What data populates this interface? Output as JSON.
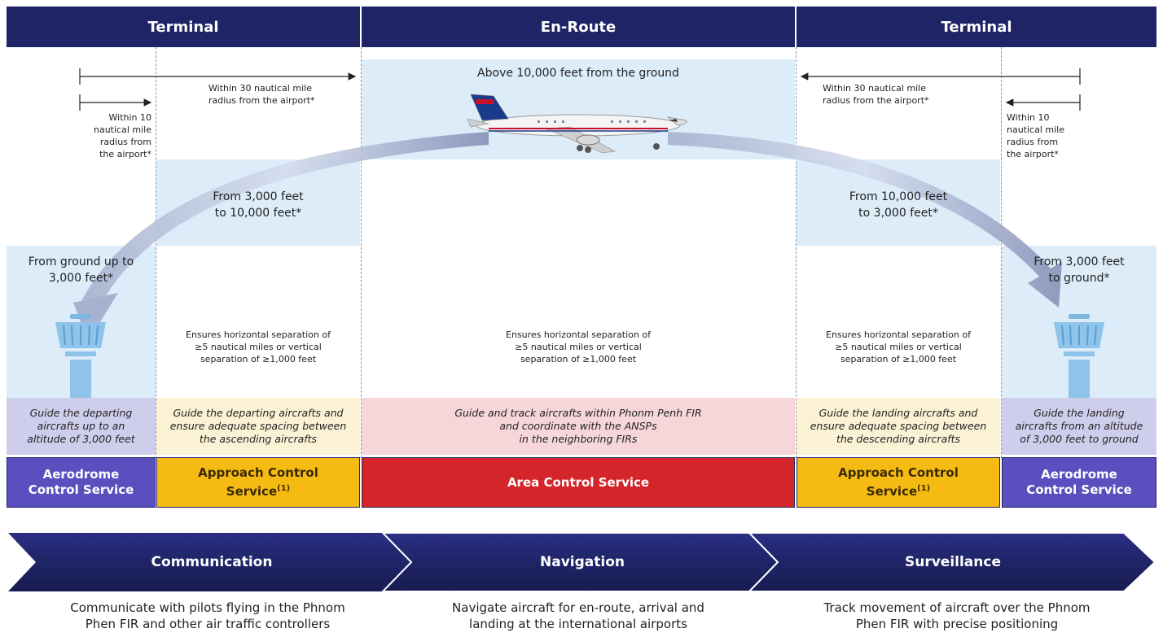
{
  "headers": {
    "left": "Terminal",
    "center": "En-Route",
    "right": "Terminal"
  },
  "altitude_labels": {
    "en_route": "Above 10,000 feet from the ground",
    "approach_left": "From 3,000 feet\nto 10,000 feet*",
    "approach_right": "From 10,000 feet\nto 3,000 feet*",
    "aerodrome_left": "From ground up to\n3,000 feet*",
    "aerodrome_right": "From 3,000 feet\nto ground*"
  },
  "radius_labels": {
    "left_30": "Within 30 nautical mile\nradius from the airport*",
    "left_10": "Within 10\nnautical mile\nradius from\nthe airport*",
    "right_30": "Within 30 nautical mile\nradius from the airport*",
    "right_10": "Within 10\nnautical mile\nradius from\nthe airport*"
  },
  "separation_text": "Ensures horizontal separation of\n≥5 nautical miles or vertical\nseparation of ≥1,000 feet",
  "guides": {
    "aerodrome_left": "Guide the departing\naircrafts up to an\naltitude of 3,000 feet",
    "approach_left": "Guide the departing aircrafts and\nensure adequate spacing between\nthe ascending aircrafts",
    "area": "Guide and track aircrafts within Phonm Penh FIR\nand coordinate with the ANSPs\nin the neighboring FIRs",
    "approach_right": "Guide the landing aircrafts and\nensure adequate spacing between\nthe descending aircrafts",
    "aerodrome_right": "Guide the landing\naircrafts from an altitude\nof 3,000 feet to ground"
  },
  "services": {
    "aerodrome_left": "Aerodrome\nControl Service",
    "approach_left": "Approach Control\nService",
    "approach_left_sup": "(1)",
    "area": "Area Control Service",
    "approach_right": "Approach Control\nService",
    "approach_right_sup": "(1)",
    "aerodrome_right": "Aerodrome\nControl Service"
  },
  "chevrons": [
    {
      "label": "Communication",
      "description": "Communicate with pilots flying in the Phnom\nPhen FIR and other air traffic controllers"
    },
    {
      "label": "Navigation",
      "description": "Navigate aircraft for en-route, arrival and\nlanding at the international airports"
    },
    {
      "label": "Surveillance",
      "description": "Track movement of aircraft over the Phnom\nPhen FIR with precise positioning"
    }
  ],
  "colors": {
    "navy": "#1f2466",
    "light_blue": "#dcecf8",
    "lavender": "#cfcdec",
    "cream": "#fbf1d4",
    "pink": "#f6d6d8",
    "purple": "#5b4fc0",
    "amber": "#f6bb13",
    "red": "#d4262a"
  },
  "icons": {
    "tower": "control-tower-icon",
    "plane": "airplane-icon"
  }
}
